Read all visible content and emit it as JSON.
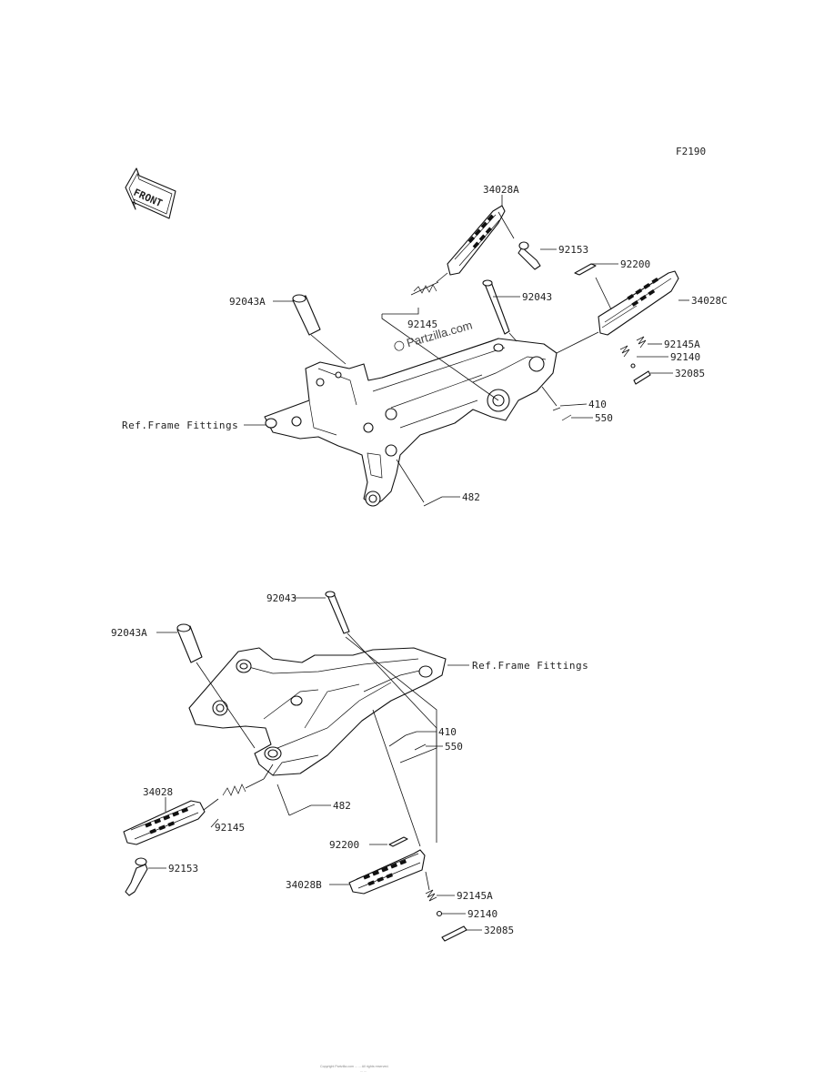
{
  "diagram_code": "F2190",
  "front_arrow_text": "FRONT",
  "watermark": "Partzilla.com",
  "footer_lines": [
    "Copyright Partzilla.com ... ... All rights reserved.",
    "... ..."
  ],
  "top_assembly": {
    "labels": {
      "p34028A": "34028A",
      "p92153": "92153",
      "p92200": "92200",
      "p34028C": "34028C",
      "p92043A": "92043A",
      "p92043": "92043",
      "p92145": "92145",
      "p92145A": "92145A",
      "p92140": "92140",
      "p32085": "32085",
      "p410": "410",
      "p550": "550",
      "p482": "482",
      "ref_frame": "Ref.Frame Fittings"
    }
  },
  "bottom_assembly": {
    "labels": {
      "p92043": "92043",
      "p92043A": "92043A",
      "ref_frame": "Ref.Frame Fittings",
      "p410": "410",
      "p550": "550",
      "p482": "482",
      "p34028": "34028",
      "p92145": "92145",
      "p92153": "92153",
      "p92200": "92200",
      "p34028B": "34028B",
      "p92145A": "92145A",
      "p92140": "92140",
      "p32085": "32085"
    }
  }
}
